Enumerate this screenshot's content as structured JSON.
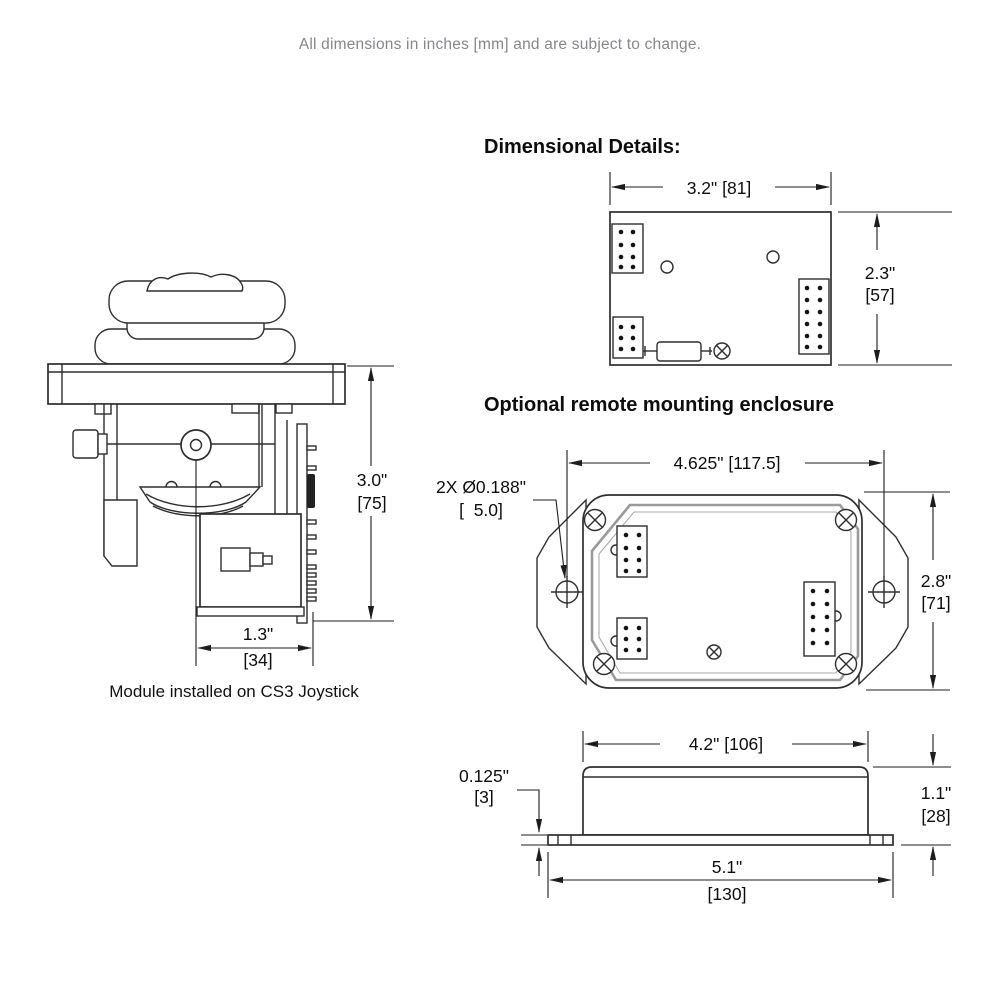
{
  "note": "All dimensions in inches [mm] and are subject to change.",
  "headings": {
    "dimensional_details": "Dimensional Details:",
    "enclosure": "Optional remote mounting enclosure"
  },
  "joystick": {
    "caption": "Module installed on CS3 Joystick",
    "height_in": "3.0\"",
    "height_mm": "[75]",
    "module_depth_in": "1.3\"",
    "module_depth_mm": "[34]"
  },
  "pcb": {
    "width": "3.2\" [81]",
    "height_in": "2.3\"",
    "height_mm": "[57]"
  },
  "enclosure_top": {
    "width": "4.625\" [117.5]",
    "hole_note_line1": "2X Ø0.188\"",
    "hole_note_line2": "[  5.0]",
    "height_in": "2.8\"",
    "height_mm": "[71]"
  },
  "enclosure_side": {
    "lid_width": "4.2\" [106]",
    "flange_thickness_in": "0.125\"",
    "flange_thickness_mm": "[3]",
    "height_in": "1.1\"",
    "height_mm": "[28]",
    "base_width_in": "5.1\"",
    "base_width_mm": "[130]"
  },
  "colors": {
    "line": "#2e2e2e",
    "dim_text": "#0d0d0d",
    "note_text": "#86868b",
    "gasket_gray": "#9a9a9a",
    "background": "#ffffff"
  }
}
